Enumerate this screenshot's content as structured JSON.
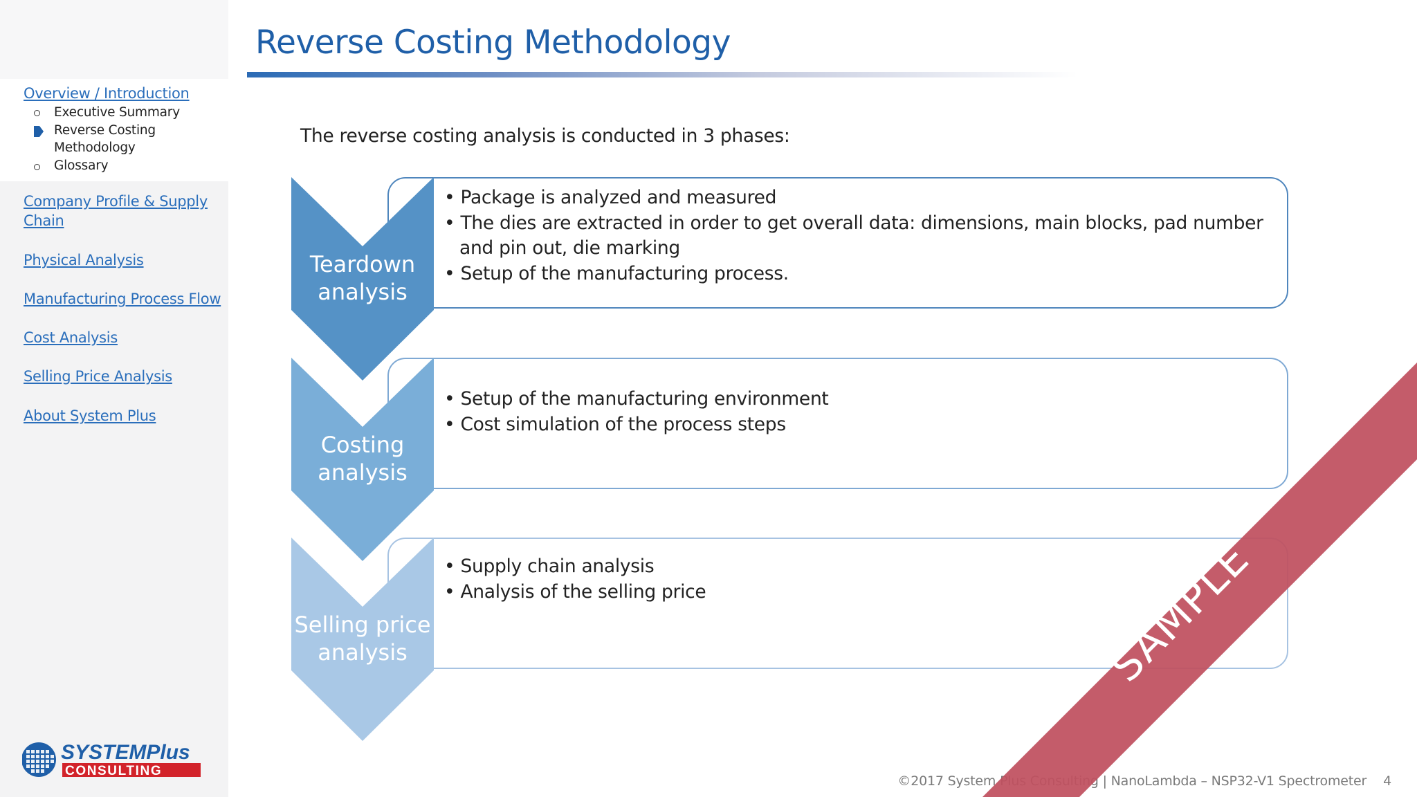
{
  "sidebar": {
    "nav": [
      {
        "label": "Overview / Introduction"
      },
      {
        "label": "Company Profile & Supply"
      },
      {
        "label": "Chain"
      },
      {
        "label": "Physical Analysis"
      },
      {
        "label": "Manufacturing Process Flow"
      },
      {
        "label": "Cost Analysis"
      },
      {
        "label": "Selling Price Analysis"
      },
      {
        "label": "About System Plus"
      }
    ],
    "sub_items": [
      {
        "label": "Executive Summary",
        "active": false
      },
      {
        "label": "Reverse Costing",
        "active": true
      },
      {
        "label": "Methodology",
        "active": true
      },
      {
        "label": "Glossary",
        "active": false
      }
    ],
    "logo": {
      "top": "SYSTEMPlus",
      "bottom": "CONSULTING"
    }
  },
  "header": {
    "title": "Reverse Costing Methodology"
  },
  "intro": "The reverse costing analysis is conducted in 3 phases:",
  "phases": [
    {
      "name_line1": "Teardown",
      "name_line2": "analysis",
      "color": "#5592c6",
      "border_color": "#4f86bd",
      "bullets": [
        "• Package is analyzed and measured",
        "• The dies are extracted in order to get overall data: dimensions, main blocks, pad number and pin out, die marking",
        "• Setup of the manufacturing  process."
      ]
    },
    {
      "name_line1": "Costing",
      "name_line2": "analysis",
      "color": "#7aaed8",
      "border_color": "#7fa9d4",
      "bullets": [
        "• Setup of the manufacturing environment",
        "• Cost simulation of the process steps"
      ]
    },
    {
      "name_line1": "Selling price",
      "name_line2": "analysis",
      "color": "#a9c8e6",
      "border_color": "#a7c3e2",
      "bullets": [
        "• Supply chain analysis",
        "• Analysis of the selling price"
      ]
    }
  ],
  "watermark": {
    "text": "SAMPLE",
    "color": "#c0505f"
  },
  "footer": {
    "text": "©2017 System Plus Consulting | NanoLambda – NSP32-V1 Spectrometer",
    "page": "4"
  }
}
